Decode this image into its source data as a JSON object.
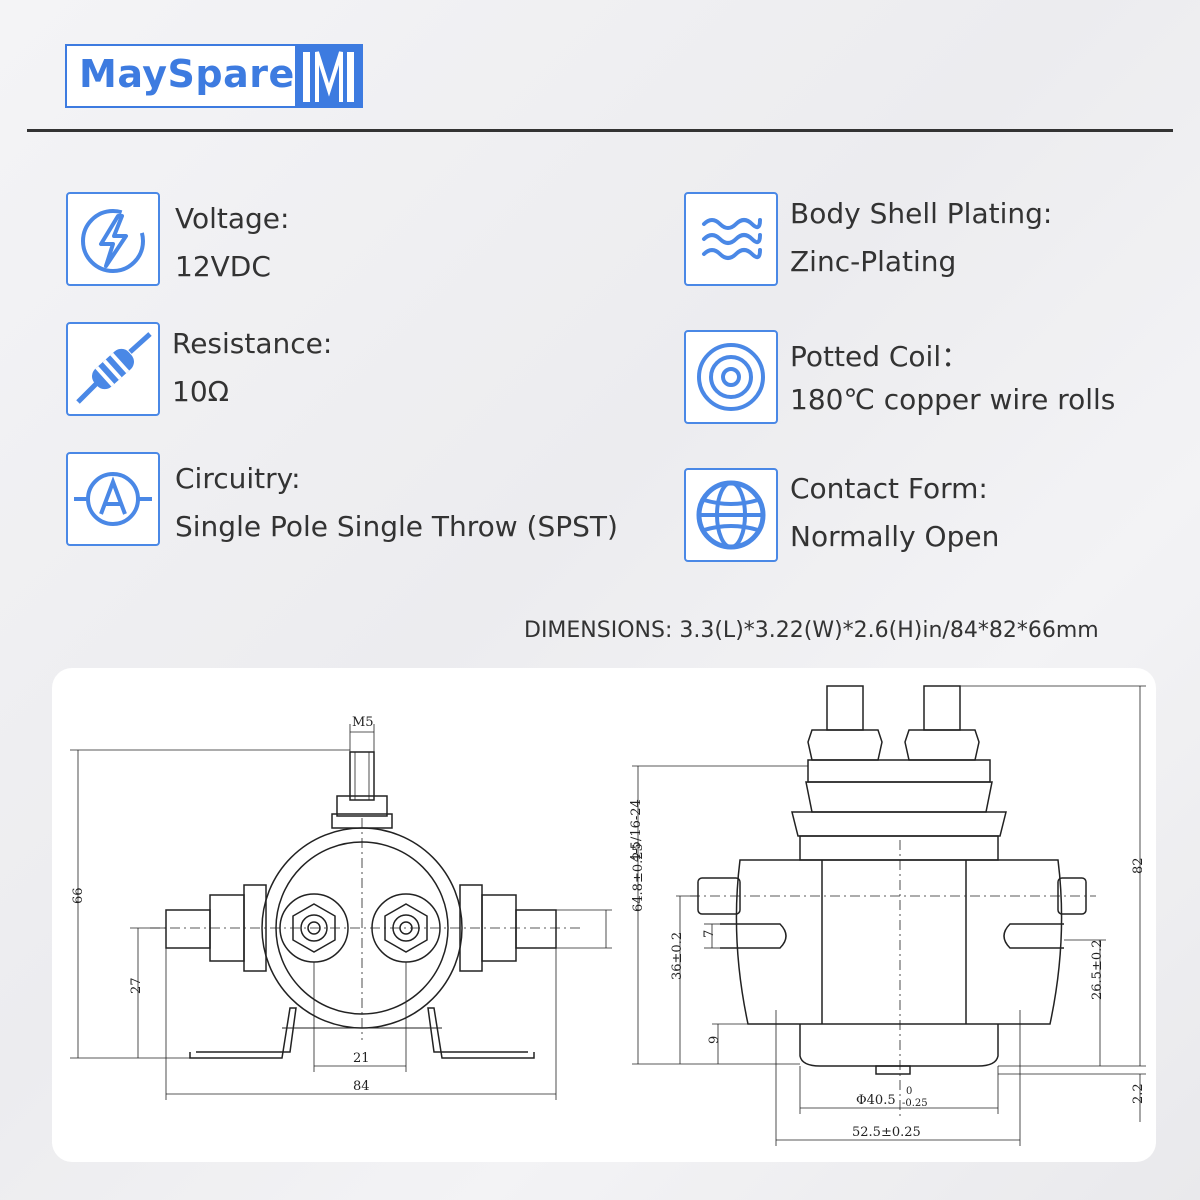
{
  "brand": {
    "name": "MaySpare",
    "accent": "#3d7be0"
  },
  "features": {
    "voltage": {
      "title": "Voltage:",
      "value": "12VDC",
      "icon": "lightning-bolt-icon"
    },
    "resistance": {
      "title": "Resistance:",
      "value": "10Ω",
      "icon": "resistor-icon"
    },
    "circuitry": {
      "title": "Circuitry:",
      "value": "Single Pole Single Throw (SPST)",
      "icon": "ammeter-icon"
    },
    "plating": {
      "title": "Body Shell Plating:",
      "value": "Zinc-Plating",
      "icon": "wave-icon"
    },
    "coil": {
      "title": "Potted Coil：",
      "value": "180℃ copper wire rolls",
      "icon": "coil-ring-icon"
    },
    "contact": {
      "title": "Contact Form:",
      "value": "Normally Open",
      "icon": "globe-icon"
    }
  },
  "dimensions_text": "DIMENSIONS: 3.3(L)*3.22(W)*2.6(H)in/84*82*66mm",
  "drawing": {
    "front": {
      "thread": "M5",
      "height": "66",
      "terminal_height": "27",
      "terminal_spacing": "21",
      "width": "84",
      "bracket_height": "4-5/16-24"
    },
    "side": {
      "h1": "64.8±0.25",
      "h2": "36±0.2",
      "slot": "7",
      "base": "9",
      "total_height": "82",
      "mount_height": "26.5±0.2",
      "gap": "2.2",
      "diameter": "Φ40.5",
      "tol_upper": "0",
      "tol_lower": "-0.25",
      "width": "52.5±0.25"
    }
  }
}
